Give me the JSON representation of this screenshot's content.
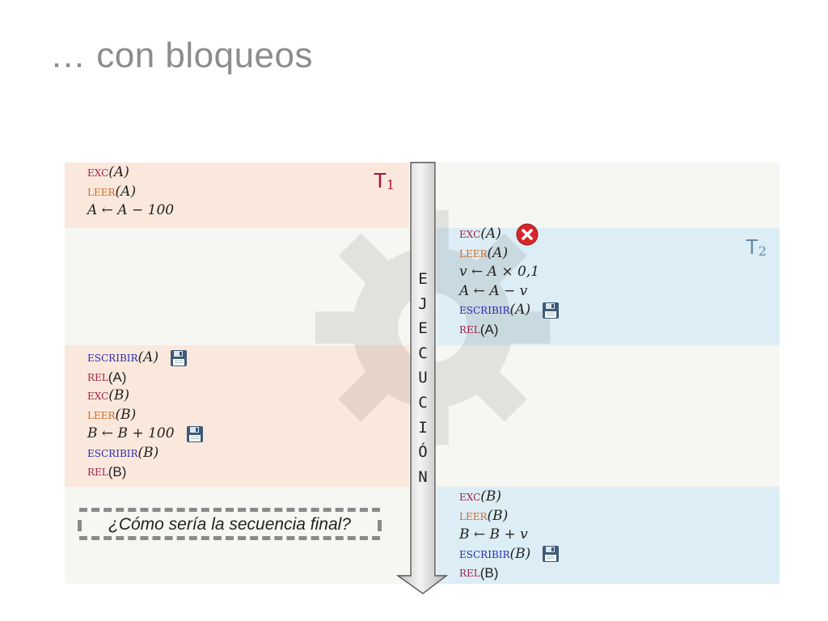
{
  "slide": {
    "title": "… con bloqueos"
  },
  "t1_label": {
    "main": "T",
    "sub": "1"
  },
  "t2_label": {
    "main": "T",
    "sub": "2"
  },
  "arrow": {
    "letters": [
      "E",
      "J",
      "E",
      "C",
      "U",
      "C",
      "I",
      "Ó",
      "N"
    ]
  },
  "t1_block1": [
    {
      "kw": "exc",
      "arg": "(A)"
    },
    {
      "kw": "leer",
      "arg": "(A)"
    },
    {
      "expr": "A ← A − 100"
    }
  ],
  "t2_block1": [
    {
      "kw": "exc",
      "arg": "(A)",
      "icon": "error-icon"
    },
    {
      "kw": "leer",
      "arg": "(A)"
    },
    {
      "expr": "v ← A × 0,1"
    },
    {
      "expr": "A ← A − v"
    },
    {
      "kw": "escribir",
      "arg": "(A)",
      "icon": "floppy-disk-icon"
    },
    {
      "kw": "rel",
      "arg": "(A)"
    }
  ],
  "t1_block2": [
    {
      "kw": "escribir",
      "arg": "(A)",
      "icon": "floppy-disk-icon"
    },
    {
      "kw": "rel",
      "arg": "(A)"
    },
    {
      "kw": "exc",
      "arg": "(B)"
    },
    {
      "kw": "leer",
      "arg": "(B)"
    },
    {
      "expr": "B ← B + 100",
      "icon": "floppy-disk-icon"
    },
    {
      "kw": "escribir",
      "arg": "(B)"
    },
    {
      "kw": "rel",
      "arg": "(B)"
    }
  ],
  "t2_block2": [
    {
      "kw": "exc",
      "arg": "(B)"
    },
    {
      "kw": "leer",
      "arg": "(B)"
    },
    {
      "expr": "B ← B + v"
    },
    {
      "kw": "escribir",
      "arg": "(B)",
      "icon": "floppy-disk-icon"
    },
    {
      "kw": "rel",
      "arg": "(B)"
    }
  ],
  "question": {
    "text": "¿Cómo sería la secuencia final?"
  },
  "colors": {
    "t1_band": "#fbe8dc",
    "t2_band": "#dcedf5",
    "neutral_band": "#f6f6f2",
    "kw_exc": "#a0224a",
    "kw_leer": "#d2691e",
    "kw_escribir": "#2a2ab0",
    "t1_label": "#b0103c",
    "t2_label": "#6a8aa6"
  }
}
